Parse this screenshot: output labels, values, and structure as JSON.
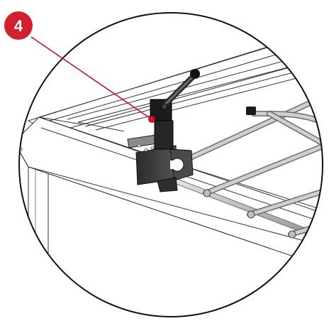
{
  "figure": {
    "step_number": "4",
    "colors": {
      "badge_fill": "#d3202f",
      "leader_line": "#c8102e",
      "circle_outline": "#111111",
      "metal_bar": "#c9c9c9",
      "bracket": "#3a3a3a",
      "background": "#ffffff"
    },
    "icons": [
      "step-badge",
      "leader-line",
      "clamp-bracket",
      "lever-handle",
      "rail-tube"
    ]
  }
}
